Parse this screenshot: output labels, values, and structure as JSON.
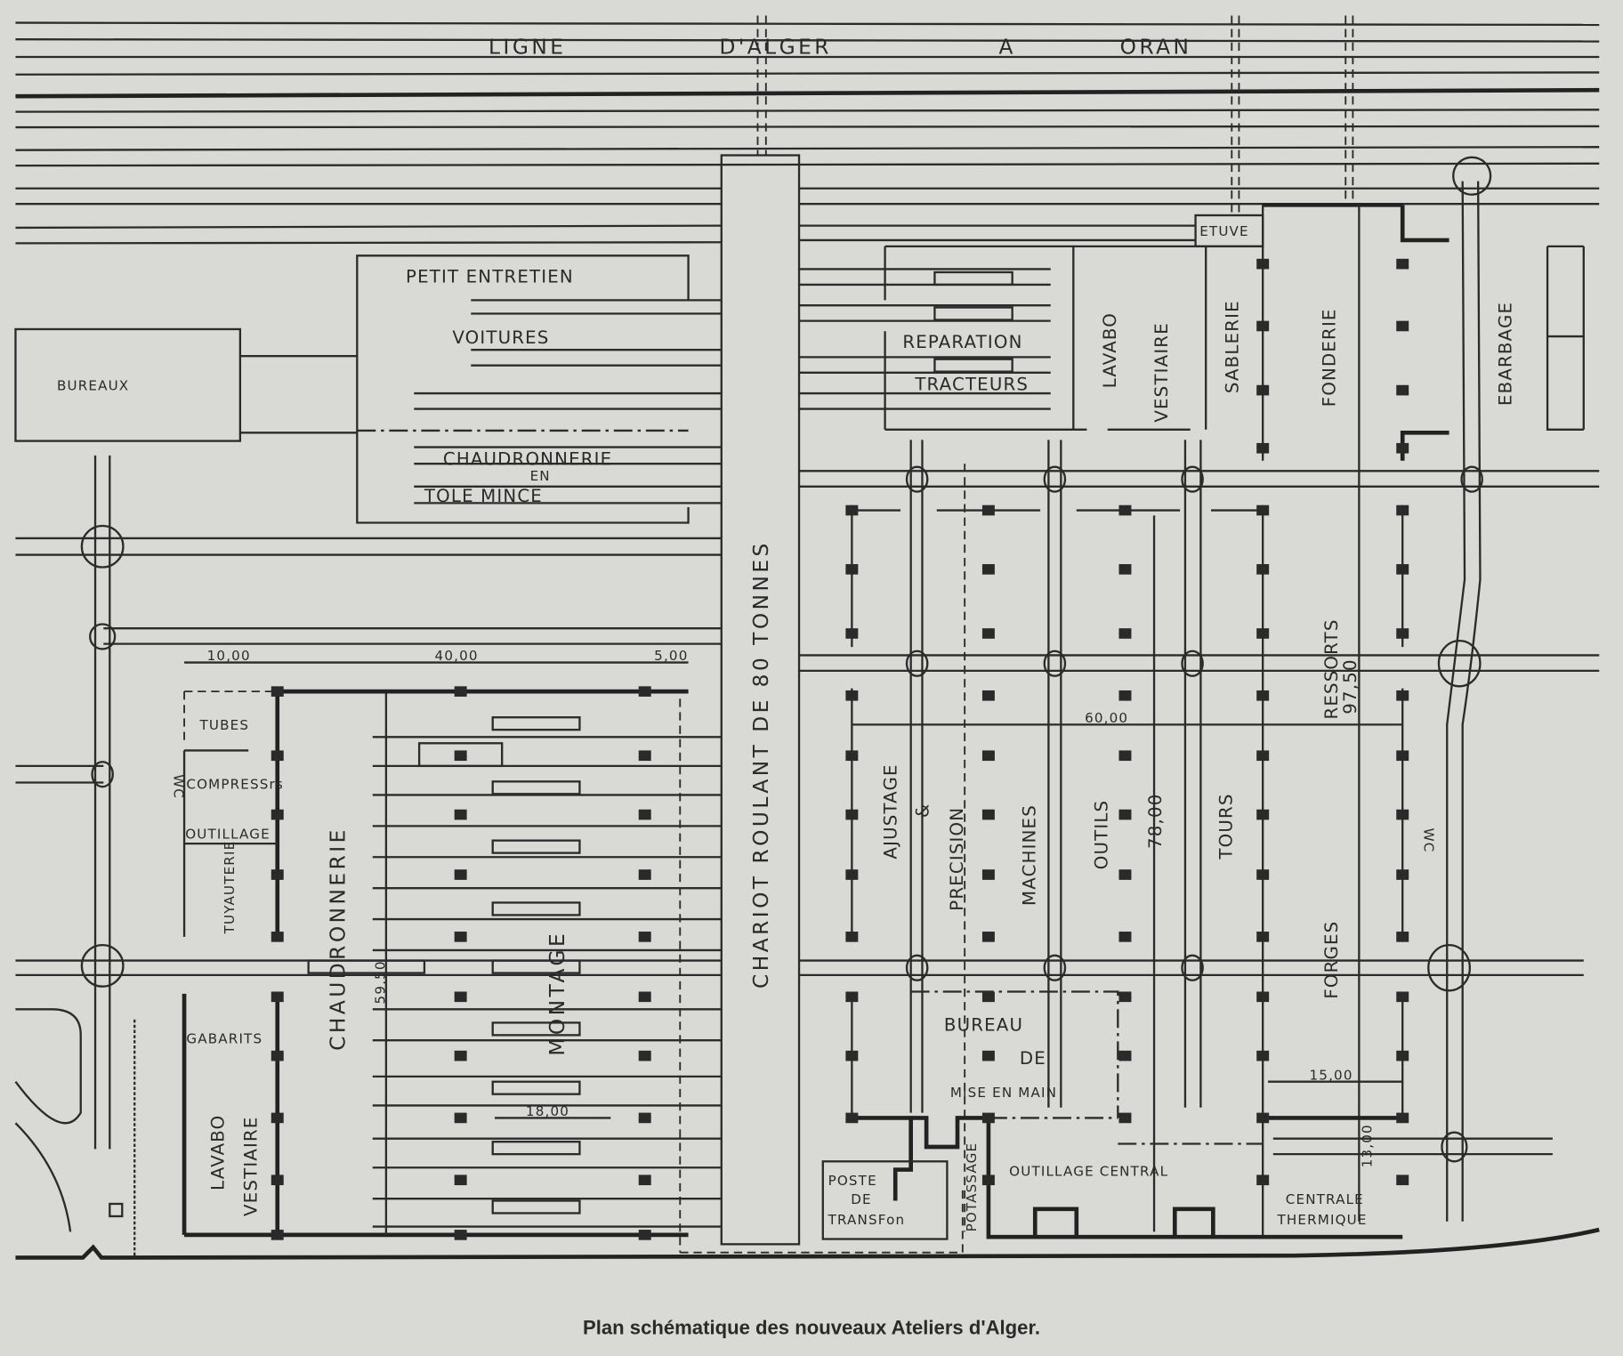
{
  "title": "LIGNE D'ALGER A ORAN",
  "caption": "Plan schématique des nouveaux Ateliers d'Alger.",
  "colors": {
    "paper": "#d9d9d6",
    "ink": "#2b2b2b"
  },
  "labels": {
    "ligne": "LIGNE",
    "dalger": "D'ALGER",
    "a": "A",
    "oran": "ORAN",
    "bureaux": "BUREAUX",
    "petit_entretien": "PETIT ENTRETIEN",
    "voitures": "VOITURES",
    "chaudronnerie_tole": "CHAUDRONNERIE",
    "en": "EN",
    "tole_mince": "TOLE      MINCE",
    "chariot": "CHARIOT ROULANT DE 80 TONNES",
    "reparation": "REPARATION",
    "tracteurs": "TRACTEURS",
    "lavabo_top": "LAVABO",
    "vestiaire_top": "VESTIAIRE",
    "etuve": "ETUVE",
    "sablerie": "SABLERIE",
    "fonderie": "FONDERIE",
    "ebarbage": "EBARBAGE",
    "ressorts": "RESSORTS",
    "tubes": "TUBES",
    "compress": "COMPRESSrs",
    "outillage": "OUTILLAGE",
    "tuyaux": "TUYAUTERIE",
    "wc_left": "WC",
    "chaudronnerie": "CHAUDRONNERIE",
    "montage": "MONTAGE",
    "gabarits": "GABARITS",
    "lavabo_left": "LAVABO",
    "vestiaire_left": "VESTIAIRE",
    "ajustage": "AJUSTAGE",
    "et": "&",
    "precision": "PRECISION",
    "machines": "MACHINES",
    "outils": "OUTILS",
    "tours": "TOURS",
    "forges": "FORGES",
    "wc_right": "WC",
    "bureau": "BUREAU",
    "de": "DE",
    "mise_en_main": "MISE EN MAIN",
    "potassage": "POTASSAGE",
    "poste": "POSTE",
    "de2": "DE",
    "transfo": "TRANSFon",
    "outillage_central": "OUTILLAGE CENTRAL",
    "centrale": "CENTRALE",
    "thermique": "THERMIQUE"
  },
  "dimensions": {
    "d10": "10,00",
    "d40": "40,00",
    "d5": "5,00",
    "d59": "59,50",
    "d18": "18,00",
    "d60": "60,00",
    "d78": "78,00",
    "d97": "97,50",
    "d15": "15,00",
    "d13": "13,00"
  }
}
